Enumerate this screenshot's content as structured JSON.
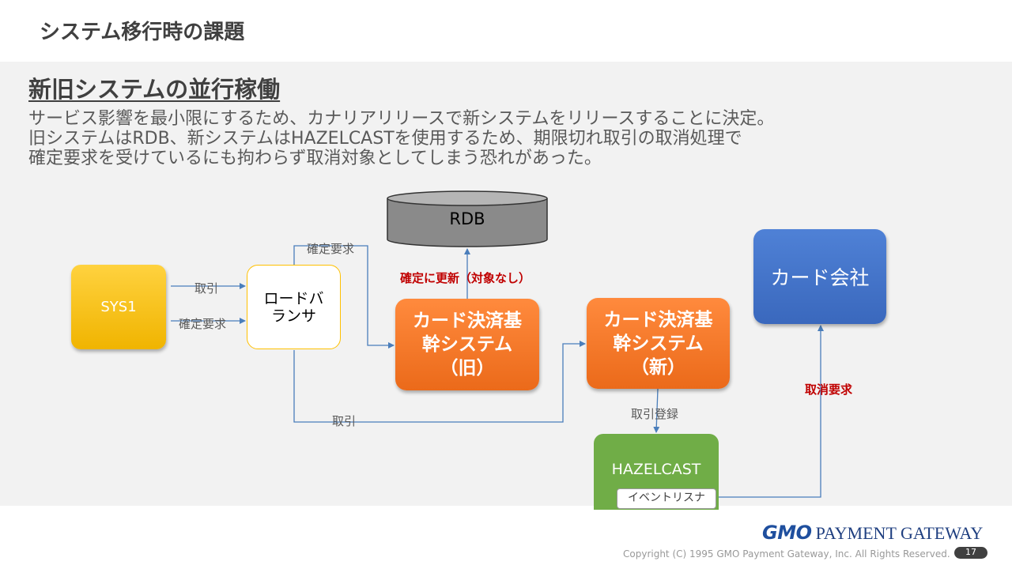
{
  "header": {
    "title": "システム移行時の課題"
  },
  "section": {
    "title": "新旧システムの並行稼働",
    "description": [
      "サービス影響を最小限にするため、カナリアリリースで新システムをリリースすることに決定。",
      "旧システムはRDB、新システムはHAZELCASTを使用するため、期限切れ取引の取消処理で",
      "確定要求を受けているにも拘わらず取消対象としてしまう恐れがあった。"
    ]
  },
  "diagram": {
    "nodes": {
      "sys1": "SYS1",
      "load_balancer": [
        "ロードバ",
        "ランサ"
      ],
      "rdb": "RDB",
      "old_system": [
        "カード決済基",
        "幹システム",
        "（旧）"
      ],
      "new_system": [
        "カード決済基",
        "幹システム",
        "（新）"
      ],
      "card_company": "カード会社",
      "hazelcast": "HAZELCAST",
      "event_listener": "イベントリスナ"
    },
    "edge_labels": {
      "sys1_to_lb_transaction": "取引",
      "sys1_to_lb_confirm": "確定要求",
      "lb_to_old_confirm": "確定要求",
      "lb_to_new_transaction": "取引",
      "old_to_rdb": "確定に更新（対象なし）",
      "new_to_hazelcast": "取引登録",
      "listener_to_card": "取消要求"
    },
    "colors": {
      "sys1": "#f5c518",
      "load_balancer_border": "#ffc000",
      "old_system": "#ed7d31",
      "new_system": "#ed7d31",
      "card_company": "#4472c4",
      "hazelcast": "#70ad47",
      "rdb": "#808080",
      "arrow": "#4a7ebb",
      "warning_text": "#c00000"
    }
  },
  "footer": {
    "logo_gmo": "GMO",
    "logo_text": "PAYMENT GATEWAY",
    "copyright": "Copyright (C) 1995 GMO Payment Gateway, Inc. All Rights Reserved.",
    "page_number": "17"
  }
}
